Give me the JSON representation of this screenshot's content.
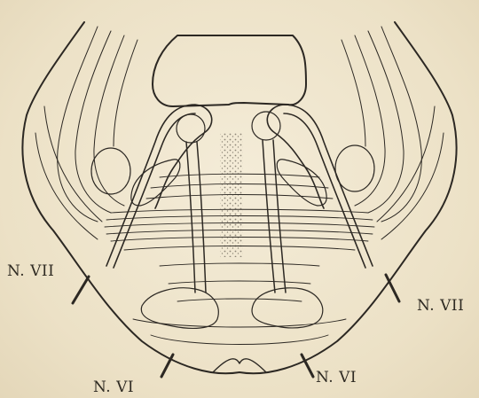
{
  "figure": {
    "labels": {
      "nerve_vii_left": "N. VII",
      "nerve_vii_right": "N. VII",
      "nerve_vi_left": "N. VI",
      "nerve_vi_right": "N. VI"
    },
    "colors": {
      "paper": "#efe5cd",
      "ink": "#2c2823"
    }
  }
}
